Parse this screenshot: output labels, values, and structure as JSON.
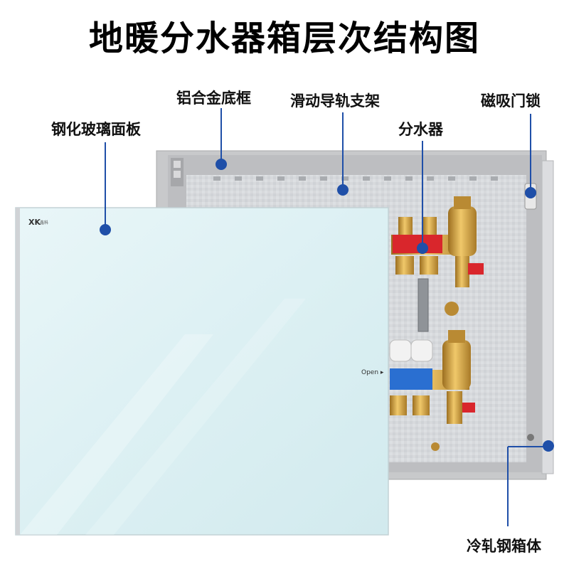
{
  "title": "地暖分水器箱层次结构图",
  "labels": {
    "frame": "铝合金底框",
    "rail": "滑动导轨支架",
    "lock": "磁吸门锁",
    "glass": "钢化玻璃面板",
    "manifold": "分水器",
    "box": "冷轧钢箱体"
  },
  "panel": {
    "open_text": "Open ▸",
    "logo": "XK",
    "logo_text": "鑫科"
  },
  "colors": {
    "accent": "#1f4fa8",
    "glass": "#dff1f4",
    "steel": "#c9c9c9",
    "brass": "#c99a3a",
    "red_valve": "#d9262c",
    "blue_valve": "#2a6fd1"
  }
}
